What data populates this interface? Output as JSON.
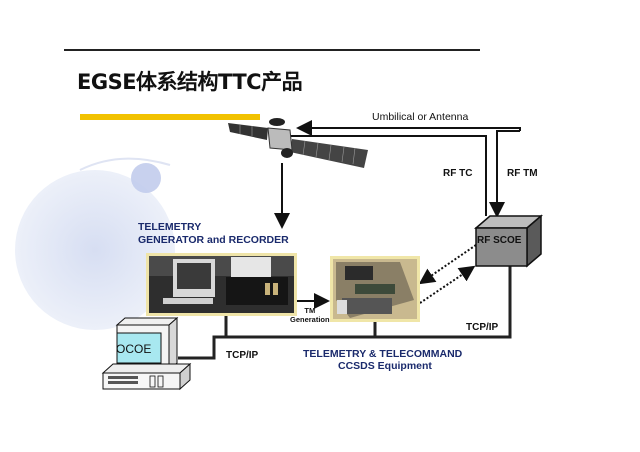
{
  "slide": {
    "title": "EGSE体系结构TTC产品"
  },
  "diagram": {
    "link_labels": {
      "umbilical": "Umbilical or Antenna",
      "rf_tc": "RF TC",
      "rf_tm": "RF TM",
      "tm_generation_line1": "TM",
      "tm_generation_line2": "Generation",
      "tcpip_left": "TCP/IP",
      "tcpip_right": "TCP/IP"
    },
    "nodes": {
      "satellite": "satellite-icon",
      "telemetry_generator_line1": "TELEMETRY",
      "telemetry_generator_line2": "GENERATOR and RECORDER",
      "ttc_equipment_line1": "TELEMETRY &  TELECOMMAND",
      "ttc_equipment_line2": "CCSDS Equipment",
      "rf_scoe": "RF SCOE",
      "ocoe": "OCOE"
    },
    "colors": {
      "accent": "#f2c200",
      "label_blue": "#1a2a6c",
      "scoe_box": "#8c8c8c",
      "ocoe_screen": "#a8e8f0"
    }
  }
}
